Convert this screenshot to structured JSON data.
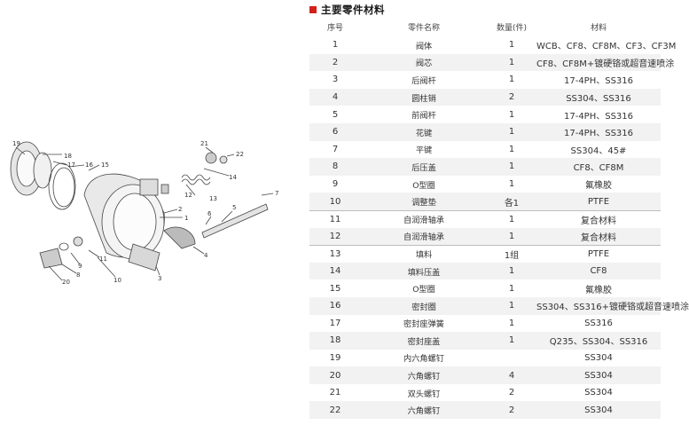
{
  "section_title": "主要零件材料",
  "table": {
    "headers": {
      "no": "序号",
      "name": "零件名称",
      "qty": "数量(件)",
      "material": "材料"
    },
    "rows": [
      {
        "no": "1",
        "name": "阀体",
        "qty": "1",
        "material": "WCB、CF8、CF8M、CF3、CF3M"
      },
      {
        "no": "2",
        "name": "阀芯",
        "qty": "1",
        "material": "CF8、CF8M+镀硬铬或超音速喷涂"
      },
      {
        "no": "3",
        "name": "后阀杆",
        "qty": "1",
        "material": "17-4PH、SS316"
      },
      {
        "no": "4",
        "name": "圆柱销",
        "qty": "2",
        "material": "SS304、SS316"
      },
      {
        "no": "5",
        "name": "前阀杆",
        "qty": "1",
        "material": "17-4PH、SS316"
      },
      {
        "no": "6",
        "name": "花键",
        "qty": "1",
        "material": "17-4PH、SS316"
      },
      {
        "no": "7",
        "name": "平键",
        "qty": "1",
        "material": "SS304、45#"
      },
      {
        "no": "8",
        "name": "后压盖",
        "qty": "1",
        "material": "CF8、CF8M"
      },
      {
        "no": "9",
        "name": "O型圈",
        "qty": "1",
        "material": "氟橡胶"
      },
      {
        "no": "10",
        "name": "调整垫",
        "qty": "各1",
        "material": "PTFE"
      },
      {
        "no": "11",
        "name": "自润滑轴承",
        "qty": "1",
        "material": "复合材料"
      },
      {
        "no": "12",
        "name": "自润滑轴承",
        "qty": "1",
        "material": "复合材料"
      },
      {
        "no": "13",
        "name": "填料",
        "qty": "1组",
        "material": "PTFE"
      },
      {
        "no": "14",
        "name": "填料压盖",
        "qty": "1",
        "material": "CF8"
      },
      {
        "no": "15",
        "name": "O型圈",
        "qty": "1",
        "material": "氟橡胶"
      },
      {
        "no": "16",
        "name": "密封圈",
        "qty": "1",
        "material": "SS304、SS316+镀硬铬或超音速喷涂"
      },
      {
        "no": "17",
        "name": "密封座弹簧",
        "qty": "1",
        "material": "SS316"
      },
      {
        "no": "18",
        "name": "密封座盖",
        "qty": "1",
        "material": "Q235、SS304、SS316"
      },
      {
        "no": "19",
        "name": "内六角螺钉",
        "qty": "",
        "material": "SS304"
      },
      {
        "no": "20",
        "name": "六角螺钉",
        "qty": "4",
        "material": "SS304"
      },
      {
        "no": "21",
        "name": "双头螺钉",
        "qty": "2",
        "material": "SS304"
      },
      {
        "no": "22",
        "name": "六角螺钉",
        "qty": "2",
        "material": "SS304"
      }
    ]
  },
  "diagram_labels": [
    "1",
    "2",
    "3",
    "4",
    "5",
    "6",
    "7",
    "8",
    "9",
    "10",
    "11",
    "12",
    "13",
    "14",
    "15",
    "16",
    "17",
    "18",
    "19",
    "20",
    "21",
    "22"
  ]
}
